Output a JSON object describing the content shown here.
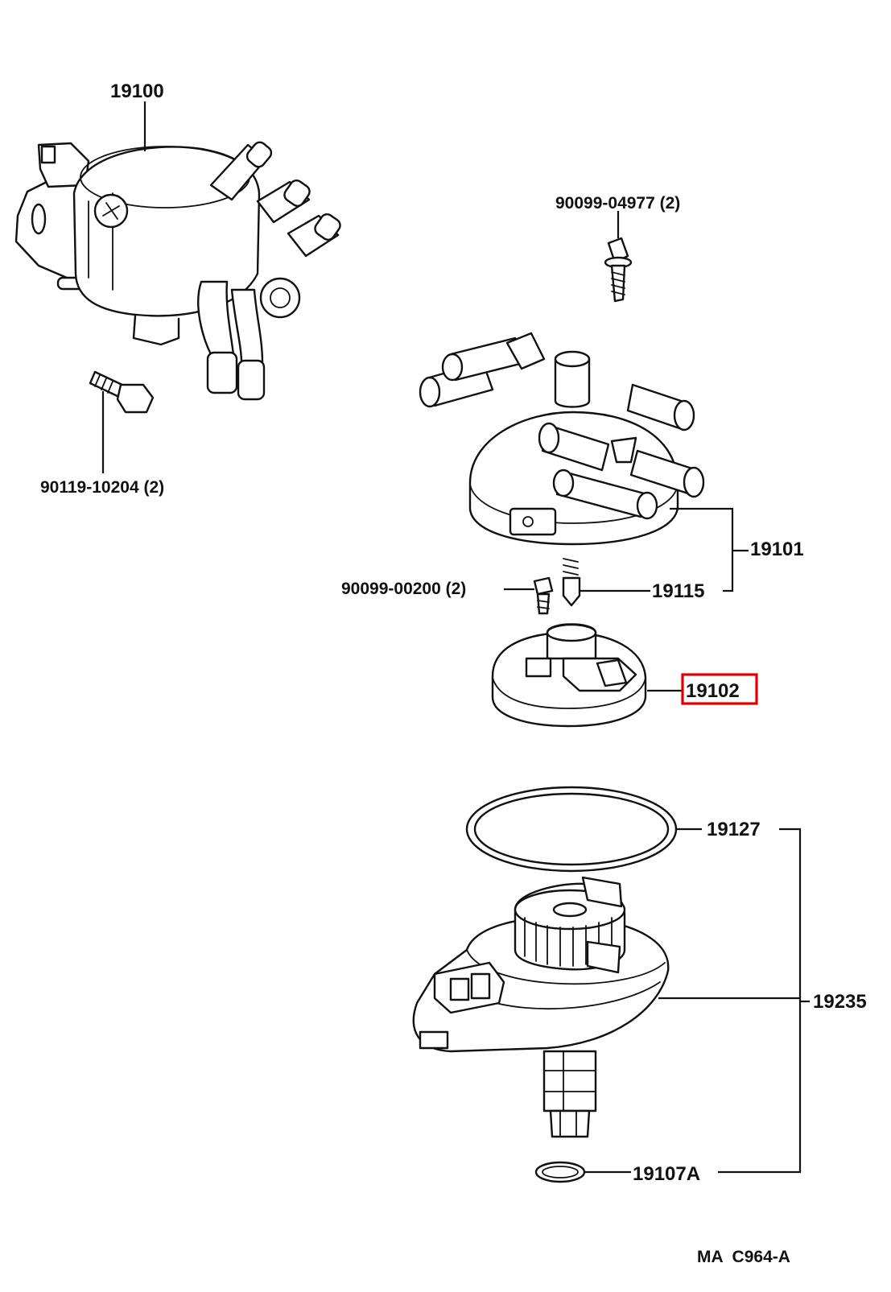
{
  "labels": {
    "assembly": "19100",
    "bolt_upper_left": "90119-10204 (2)",
    "screw_top": "90099-04977 (2)",
    "cap": "19101",
    "small_screw": "90099-00200 (2)",
    "carbon_brush": "19115",
    "rotor": "19102",
    "gasket": "19127",
    "housing": "19235",
    "oring": "19107A",
    "figure_code": "MA  C964-A"
  },
  "highlight": {
    "part": "19102",
    "color": "#e00000"
  }
}
